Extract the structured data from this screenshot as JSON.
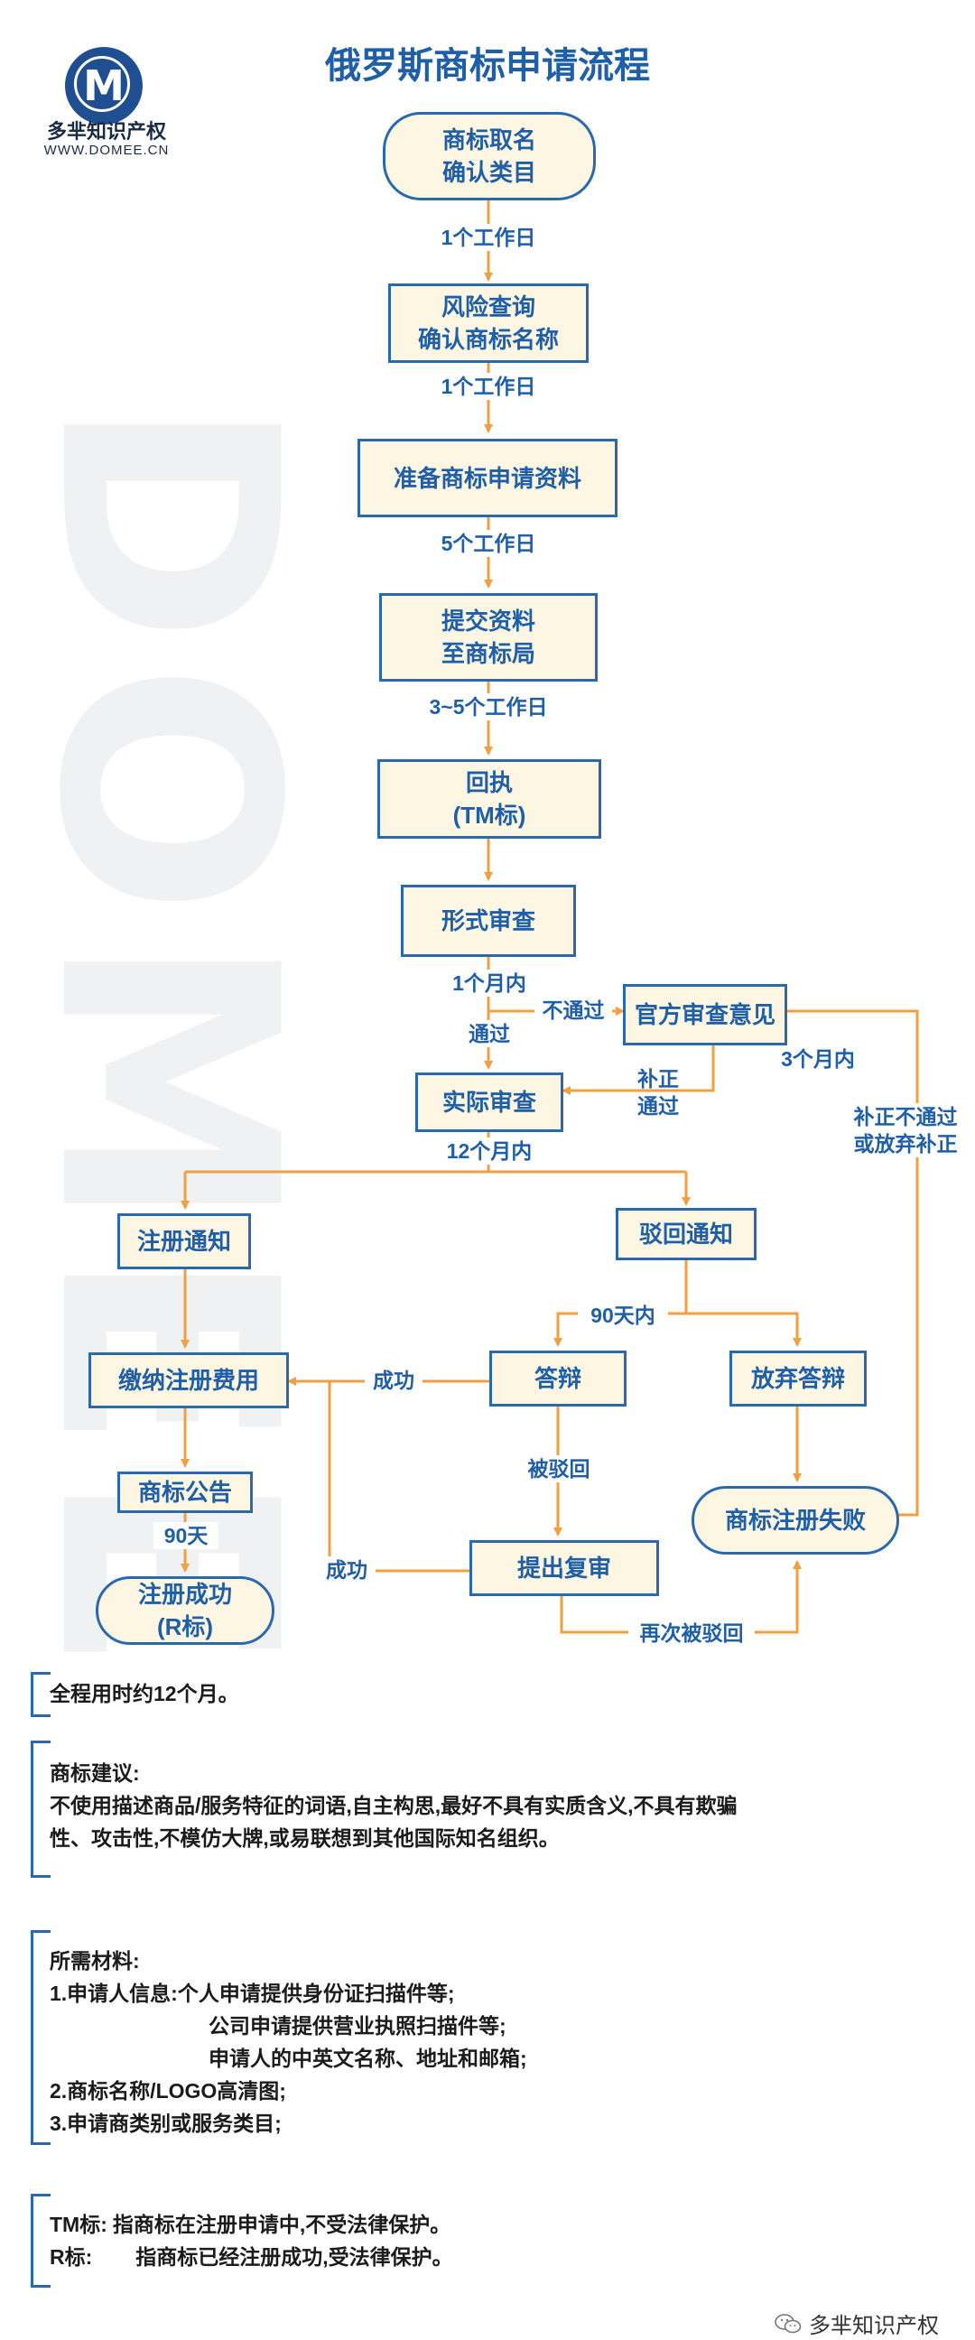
{
  "brand": {
    "name": "多芈知识产权",
    "url": "WWW.DOMEE.CN",
    "logo_letter": "M",
    "watermark": "DOMEE"
  },
  "title": "俄罗斯商标申请流程",
  "nodes": {
    "name_select": "商标取名\n确认类目",
    "risk_check": "风险查询\n确认商标名称",
    "prepare": "准备商标申请资料",
    "submit": "提交资料\n至商标局",
    "receipt": "回执\n(TM标)",
    "formal_exam": "形式审查",
    "official_opinion": "官方审查意见",
    "substantive_exam": "实际审查",
    "reg_notice": "注册通知",
    "reject_notice": "驳回通知",
    "pay_fee": "缴纳注册费用",
    "reply": "答辩",
    "give_up": "放弃答辩",
    "announce": "商标公告",
    "fail": "商标注册失败",
    "review": "提出复审",
    "success": "注册成功\n(R标)"
  },
  "labels": {
    "d1": "1个工作日",
    "d2": "1个工作日",
    "d3": "5个工作日",
    "d4": "3~5个工作日",
    "m1": "1个月内",
    "not_pass": "不通过",
    "pass": "通过",
    "supplement_pass": "补正\n通过",
    "three_months": "3个月内",
    "supplement_fail": "补正不通过\n或放弃补正",
    "twelve_months": "12个月内",
    "ninety_within": "90天内",
    "success1": "成功",
    "rejected": "被驳回",
    "ninety": "90天",
    "success2": "成功",
    "rejected_again": "再次被驳回"
  },
  "notes": {
    "duration": "全程用时约12个月。",
    "advice_title": "商标建议:",
    "advice_line1": "不使用描述商品/服务特征的词语,自主构思,最好不具有实质含义,不具有欺骗",
    "advice_line2": "性、攻击性,不模仿大牌,或易联想到其他国际知名组织。",
    "materials_title": "所需材料:",
    "materials_1a": "1.申请人信息:个人申请提供身份证扫描件等;",
    "materials_1b": "公司申请提供营业执照扫描件等;",
    "materials_1c": "申请人的中英文名称、地址和邮箱;",
    "materials_2": "2.商标名称/LOGO高清图;",
    "materials_3": "3.申请商类别或服务类目;",
    "tm_label": "TM标:",
    "tm_text": "指商标在注册申请中,不受法律保护。",
    "r_label": "R标:",
    "r_text": "指商标已经注册成功,受法律保护。"
  },
  "footer": {
    "wechat_name": "多芈知识产权"
  },
  "colors": {
    "primary": "#1f5fa8",
    "box_fill": "#fdf6e2",
    "arrow": "#f0a040",
    "border": "#2b69ad"
  }
}
